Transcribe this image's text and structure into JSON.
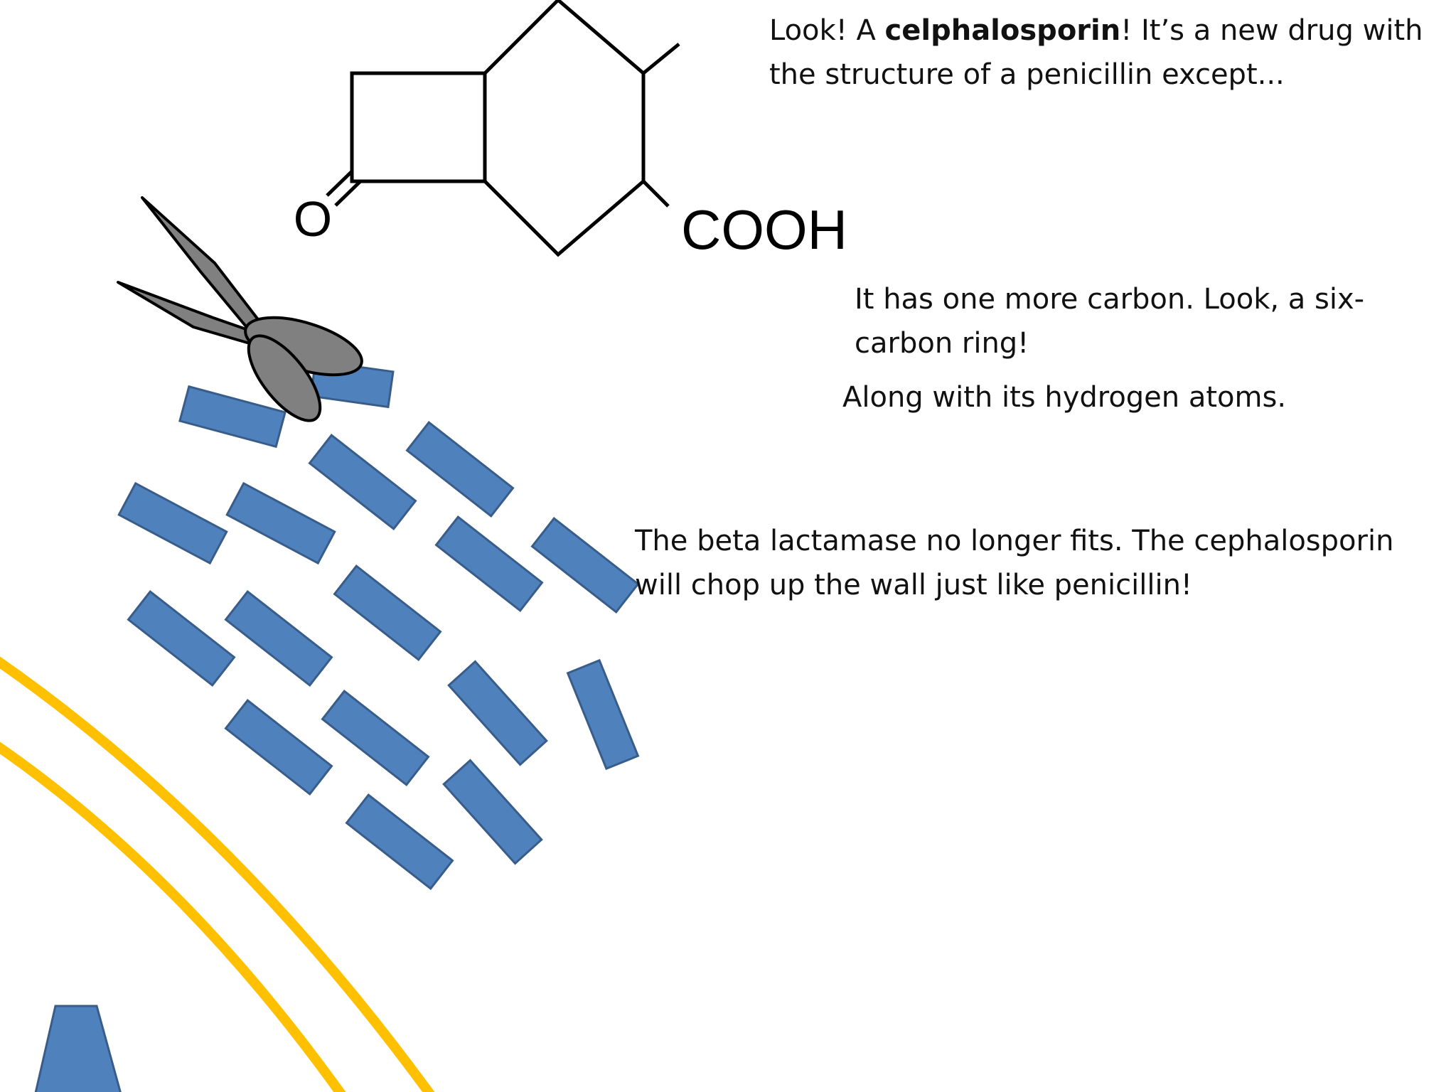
{
  "molecule": {
    "oxygen_label": "O",
    "carboxyl_label": "COOH"
  },
  "notes": {
    "intro_before": "Look! A ",
    "intro_bold": "celphalosporin",
    "intro_after": "! It’s a new drug with the structure of a penicillin except...",
    "carbon_ring": "It has one more carbon. Look, a six-carbon ring!",
    "hydrogen": "Along with its hydrogen atoms.",
    "conclusion": "The beta lactamase no longer fits. The cephalosporin will chop up the wall just like penicillin!"
  },
  "colors": {
    "background": "#ffffff",
    "wall_block": "#4f81bd",
    "wall_block_border": "#385d8a",
    "membrane": "#ffc000",
    "scissors": "#808080",
    "bond": "#000000"
  },
  "icons": {
    "cutter": "scissors-icon",
    "protein": "trapezoid-protein-icon"
  }
}
